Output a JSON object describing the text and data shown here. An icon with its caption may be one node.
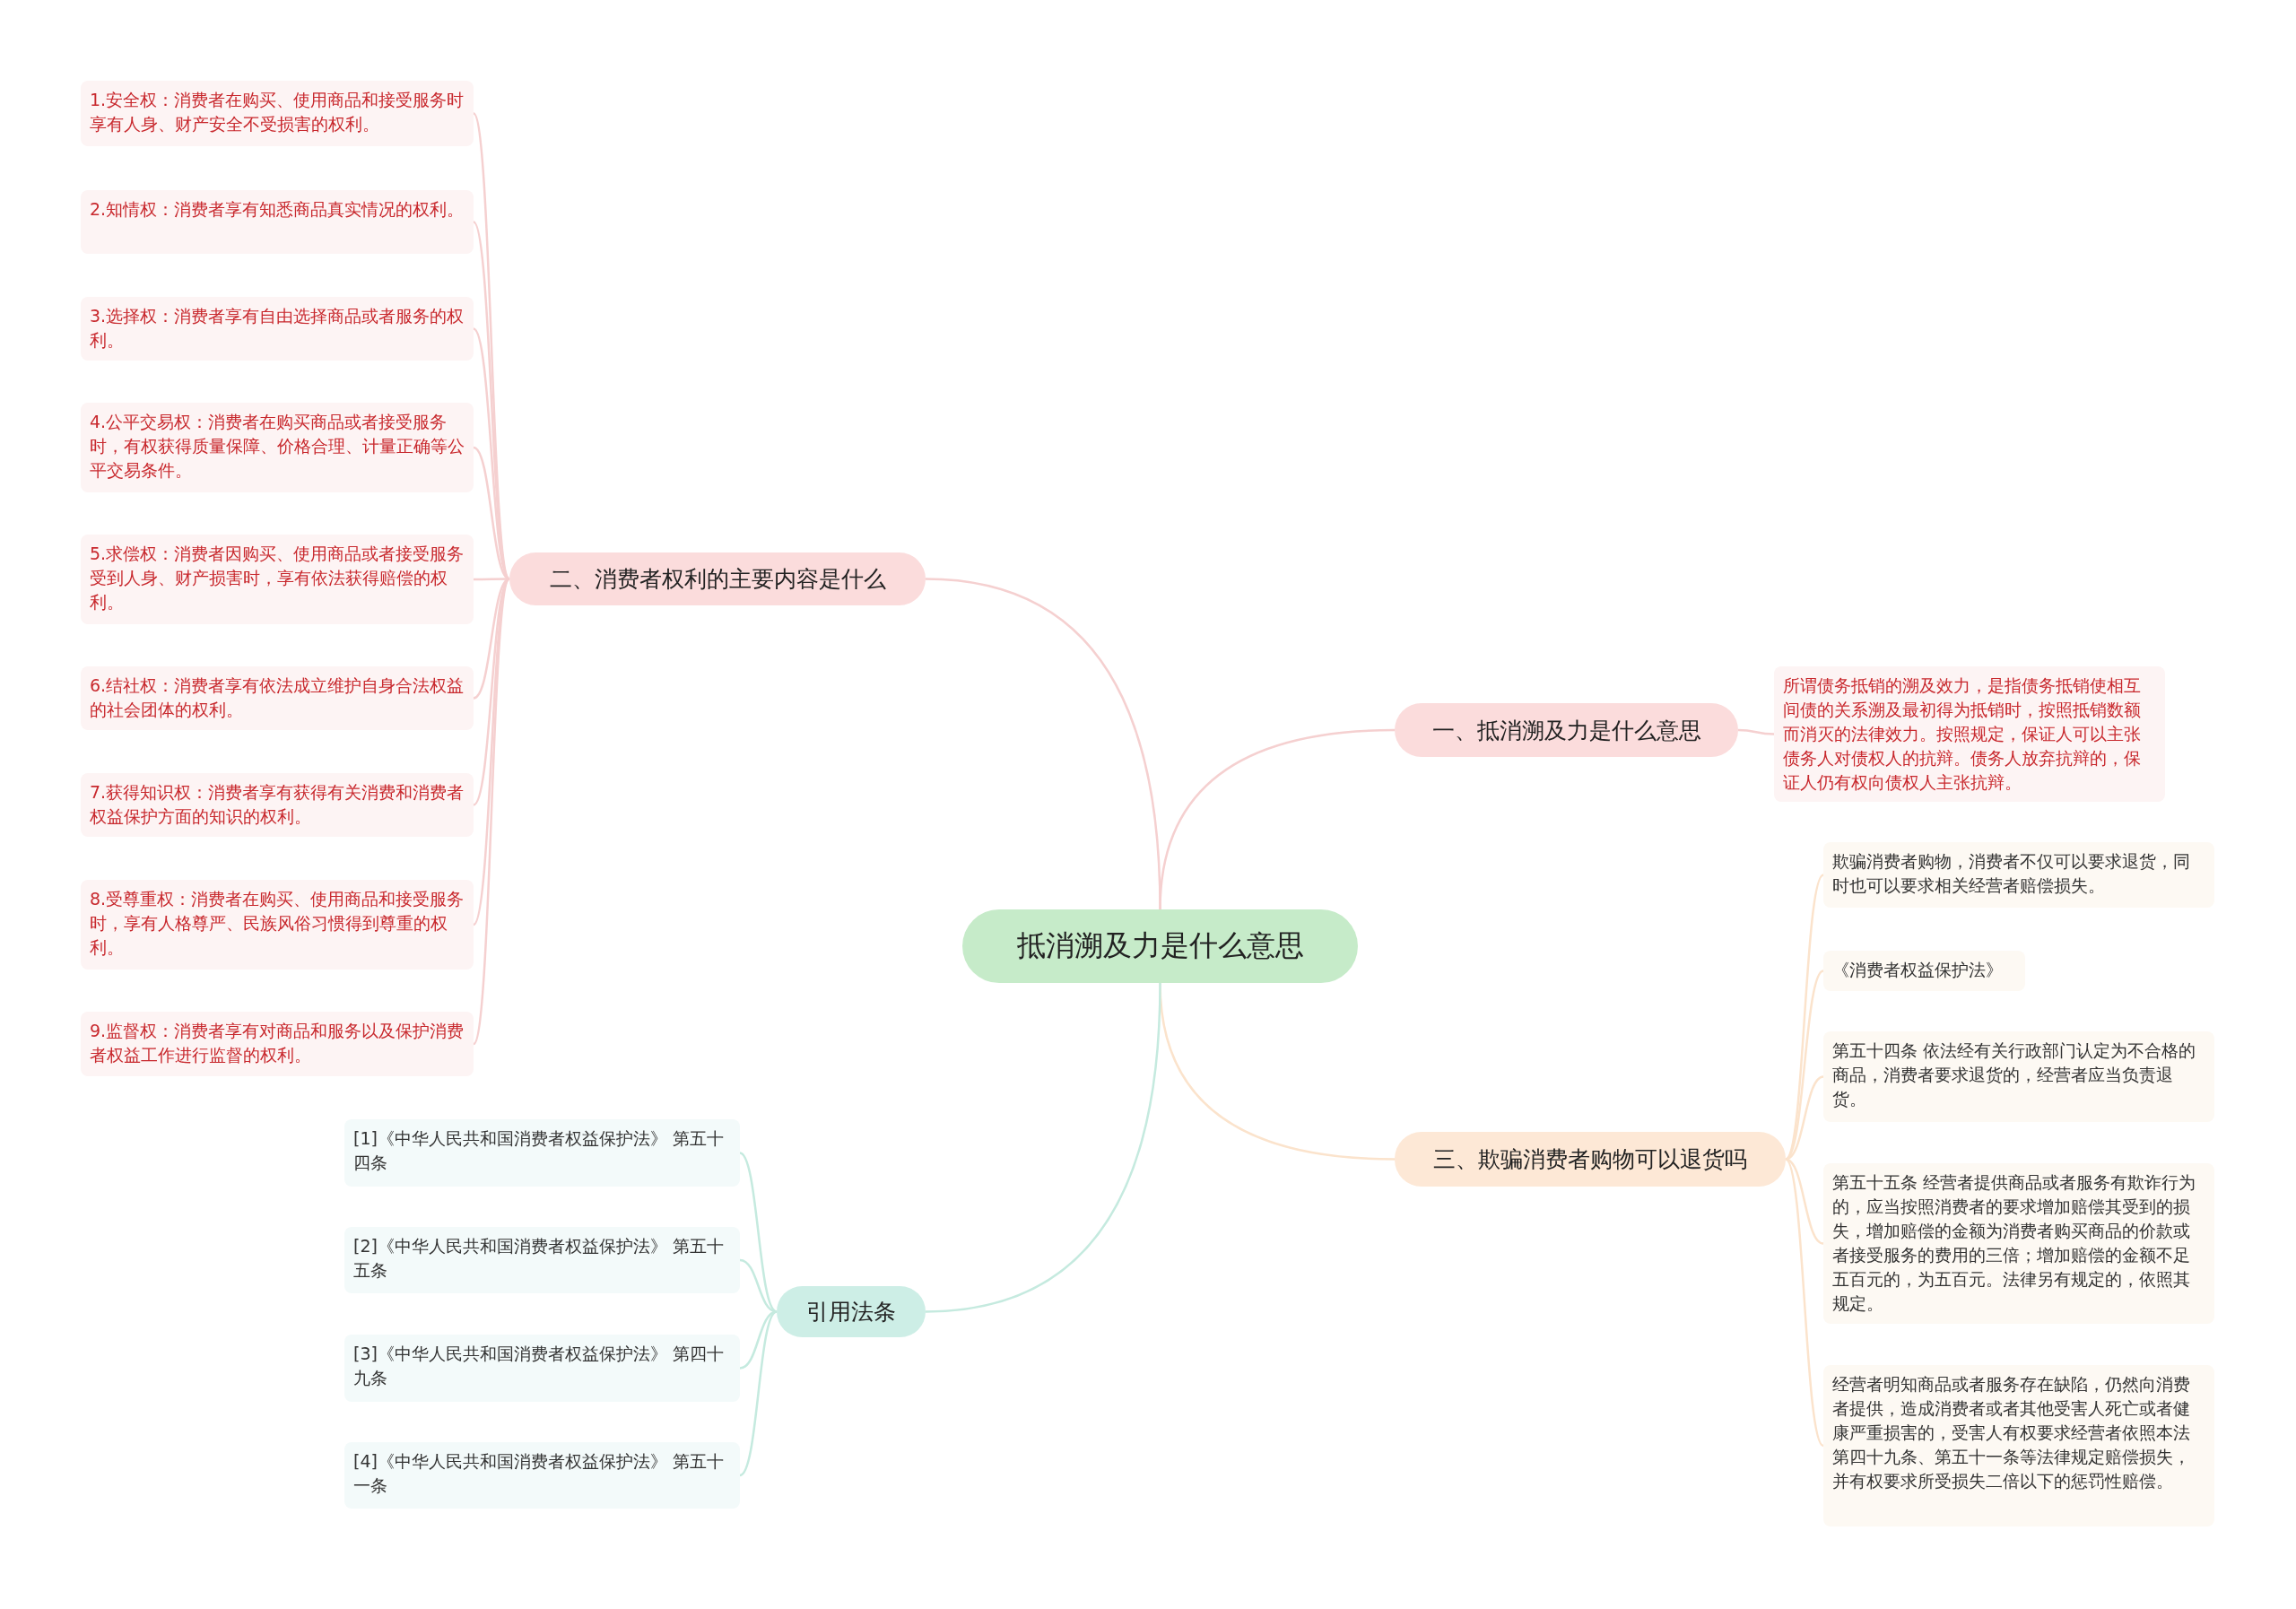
{
  "diagram": {
    "nodes": [
      {
        "text": [
          "抵消溯及力是什么意思"
        ]
      },
      {
        "text": [
          "一、抵消溯及力是什么意思"
        ]
      },
      {
        "text": [
          "所谓债务抵销的溯及效力，是指债务抵销使相互间债的关系溯及最初得为抵销时，按照抵销数额而消灭的法律效力。按照规定，保证人可以主张债务人对债权人的抗辩。债务人放弃抗辩的，保证人仍有权向债权人主张抗辩。"
        ]
      },
      {
        "text": [
          "二、消费者权利的主要内容是什么"
        ]
      },
      {
        "text": [
          "1.安全权：消费者在购买、使用商品和接受服务时享有人身、财产安全不受损害的权利。"
        ]
      },
      {
        "text": [
          "2.知情权：消费者享有知悉商品真实情况的权利。"
        ]
      },
      {
        "text": [
          "3.选择权：消费者享有自由选择商品或者服务的权利。"
        ]
      },
      {
        "text": [
          "4.公平交易权：消费者在购买商品或者接受服务时，有权获得质量保障、价格合理、计量正确等公平交易条件。"
        ]
      },
      {
        "text": [
          "5.求偿权：消费者因购买、使用商品或者接受服务受到人身、财产损害时，享有依法获得赔偿的权利。"
        ]
      },
      {
        "text": [
          "6.结社权：消费者享有依法成立维护自身合法权益的社会团体的权利。"
        ]
      },
      {
        "text": [
          "7.获得知识权：消费者享有获得有关消费和消费者权益保护方面的知识的权利。"
        ]
      },
      {
        "text": [
          "8.受尊重权：消费者在购买、使用商品和接受服务时，享有人格尊严、民族风俗习惯得到尊重的权利。"
        ]
      },
      {
        "text": [
          "9.监督权：消费者享有对商品和服务以及保护消费者权益工作进行监督的权利。"
        ]
      },
      {
        "text": [
          "三、欺骗消费者购物可以退货吗"
        ]
      },
      {
        "text": [
          "欺骗消费者购物，消费者不仅可以要求退货，同时也可以要求相关经营者赔偿损失。"
        ]
      },
      {
        "text": [
          "《消费者权益保护法》"
        ]
      },
      {
        "text": [
          "第五十四条 依法经有关行政部门认定为不合格的商品，消费者要求退货的，经营者应当负责退货。"
        ]
      },
      {
        "text": [
          "第五十五条 经营者提供商品或者服务有欺诈行为的，应当按照消费者的要求增加赔偿其受到的损失，增加赔偿的金额为消费者购买商品的价款或者接受服务的费用的三倍；增加赔偿的金额不足五百元的，为五百元。法律另有规定的，依照其规定。"
        ]
      },
      {
        "text": [
          "经营者明知商品或者服务存在缺陷，仍然向消费者提供，造成消费者或者其他受害人死亡或者健康严重损害的，受害人有权要求经营者依照本法第四十九条、第五十一条等法律规定赔偿损失，并有权要求所受损失二倍以下的惩罚性赔偿。"
        ]
      },
      {
        "text": [
          "引用法条"
        ]
      },
      {
        "text": [
          "[1]《中华人民共和国消费者权益保护法》 第五十四条"
        ]
      },
      {
        "text": [
          "[2]《中华人民共和国消费者权益保护法》 第五十五条"
        ]
      },
      {
        "text": [
          "[3]《中华人民共和国消费者权益保护法》 第四十九条"
        ]
      },
      {
        "text": [
          "[4]《中华人民共和国消费者权益保护法》 第五十一条"
        ]
      }
    ],
    "edges": [
      {
        "from": 0,
        "to": 1,
        "arrow": "none"
      },
      {
        "from": 1,
        "to": 2,
        "arrow": "none"
      },
      {
        "from": 0,
        "to": 3,
        "arrow": "none"
      },
      {
        "from": 3,
        "to": 4,
        "arrow": "none"
      },
      {
        "from": 3,
        "to": 5,
        "arrow": "none"
      },
      {
        "from": 3,
        "to": 6,
        "arrow": "none"
      },
      {
        "from": 3,
        "to": 7,
        "arrow": "none"
      },
      {
        "from": 3,
        "to": 8,
        "arrow": "none"
      },
      {
        "from": 3,
        "to": 9,
        "arrow": "none"
      },
      {
        "from": 3,
        "to": 10,
        "arrow": "none"
      },
      {
        "from": 3,
        "to": 11,
        "arrow": "none"
      },
      {
        "from": 3,
        "to": 12,
        "arrow": "none"
      },
      {
        "from": 0,
        "to": 13,
        "arrow": "none",
        "color": "#fbe3cc"
      },
      {
        "from": 13,
        "to": 14,
        "arrow": "none",
        "color": "#fbe3cc"
      },
      {
        "from": 13,
        "to": 15,
        "arrow": "none",
        "color": "#fbe3cc"
      },
      {
        "from": 13,
        "to": 16,
        "arrow": "none",
        "color": "#fbe3cc"
      },
      {
        "from": 13,
        "to": 17,
        "arrow": "none",
        "color": "#fbe3cc"
      },
      {
        "from": 13,
        "to": 18,
        "arrow": "none",
        "color": "#fbe3cc"
      },
      {
        "from": 0,
        "to": 19,
        "arrow": "none",
        "color": "#c5eadf"
      },
      {
        "from": 19,
        "to": 20,
        "arrow": "none",
        "color": "#c5eadf"
      },
      {
        "from": 19,
        "to": 21,
        "arrow": "none",
        "color": "#c5eadf"
      },
      {
        "from": 19,
        "to": 22,
        "arrow": "none",
        "color": "#c5eadf"
      },
      {
        "from": 19,
        "to": 23,
        "arrow": "none",
        "color": "#c5eadf"
      }
    ]
  }
}
